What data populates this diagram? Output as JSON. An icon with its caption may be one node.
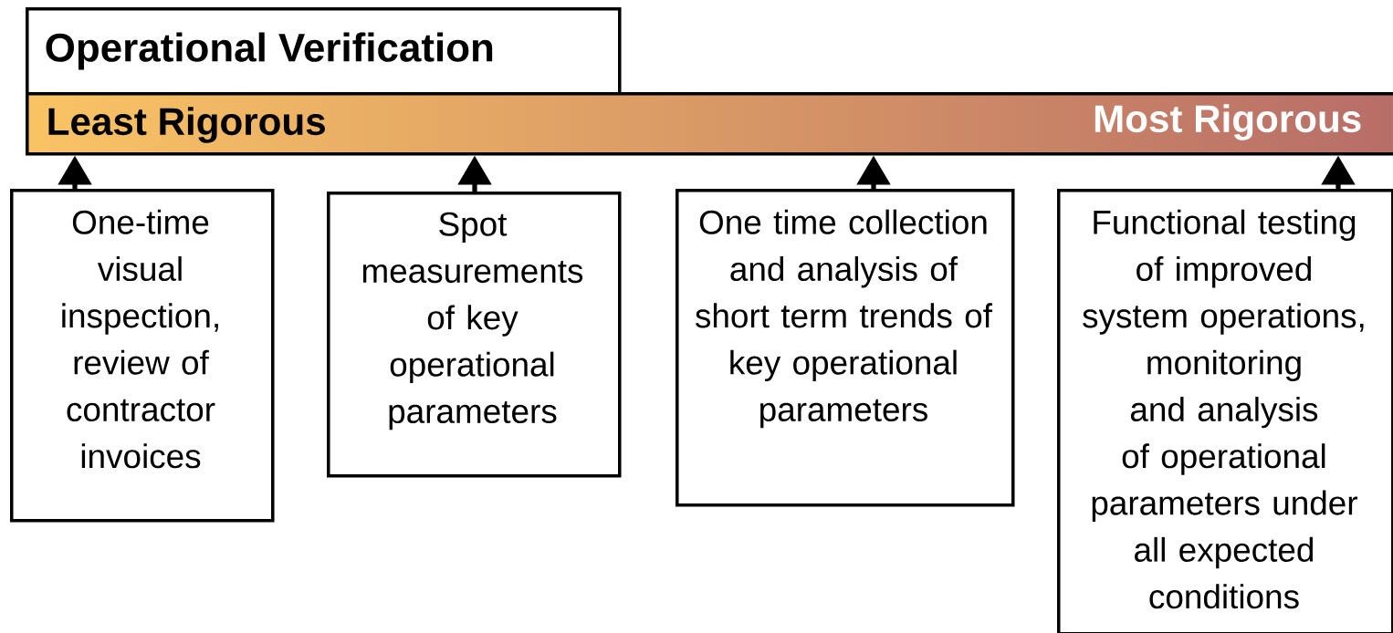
{
  "diagram": {
    "nodes": [
      {
        "text": [
          "Operational Verification"
        ]
      },
      {
        "text": [
          "Least Rigorous",
          "Most Rigorous"
        ]
      },
      {
        "text": [
          "One-time visual inspection, review of contractor invoices"
        ]
      },
      {
        "text": [
          "Spot measurements of key operational parameters"
        ]
      },
      {
        "text": [
          "One time collection and analysis of short term trends of key operational parameters"
        ]
      },
      {
        "text": [
          "Functional testing of improved system operations, monitoring and analysis of operational parameters under all expected conditions"
        ]
      }
    ],
    "edges": [
      {
        "from": 2,
        "to": 1,
        "arrow": "to"
      },
      {
        "from": 3,
        "to": 1,
        "arrow": "to"
      },
      {
        "from": 4,
        "to": 1,
        "arrow": "to"
      },
      {
        "from": 5,
        "to": 1,
        "arrow": "to"
      }
    ]
  }
}
